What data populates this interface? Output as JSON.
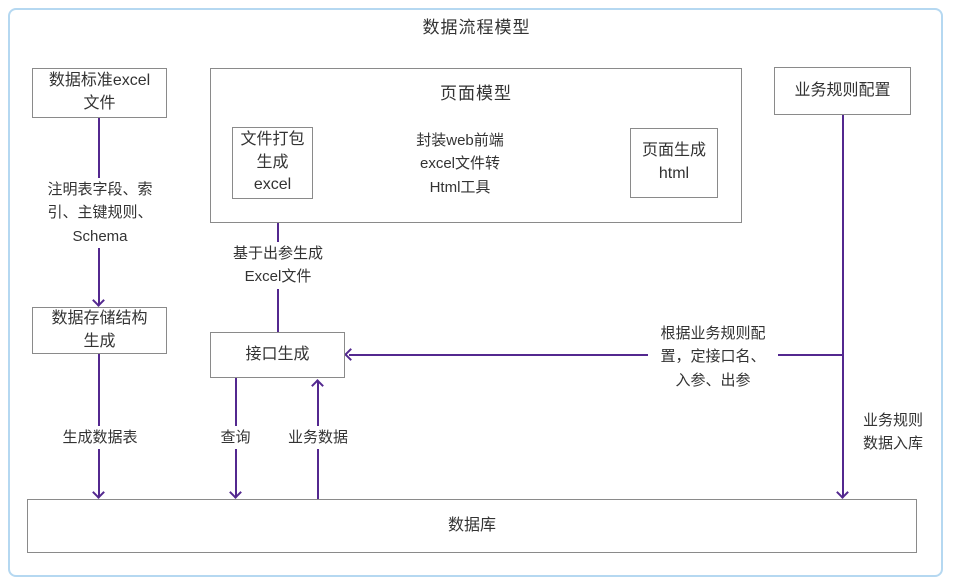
{
  "title": "数据流程模型",
  "colors": {
    "frame_border": "#b5d8f1",
    "box_border": "#8a8a8a",
    "arrow": "#53288f",
    "text": "#333333"
  },
  "nodes": {
    "std_excel": {
      "lines": [
        "数据标准excel",
        "文件"
      ]
    },
    "page_model": {
      "label": "页面模型"
    },
    "file_pack": {
      "lines": [
        "文件打包",
        "生成",
        "excel"
      ]
    },
    "page_html": {
      "lines": [
        "页面生成",
        "html"
      ]
    },
    "biz_rule": {
      "label": "业务规则配置"
    },
    "storage": {
      "lines": [
        "数据存储结构",
        "生成"
      ]
    },
    "api_gen": {
      "label": "接口生成"
    },
    "database": {
      "label": "数据库"
    }
  },
  "edge_labels": {
    "schema": [
      "注明表字段、索",
      "引、主键规则、",
      "Schema"
    ],
    "encapsulate": [
      "封装web前端",
      "excel文件转",
      "Html工具"
    ],
    "gen_excel": [
      "基于出参生成",
      "Excel文件"
    ],
    "gen_table": "生成数据表",
    "query": "查询",
    "biz_data": "业务数据",
    "rule_config": [
      "根据业务规则配",
      "置，定接口名、",
      "入参、出参"
    ],
    "rule_into_db": [
      "业务规则",
      "数据入库"
    ]
  }
}
